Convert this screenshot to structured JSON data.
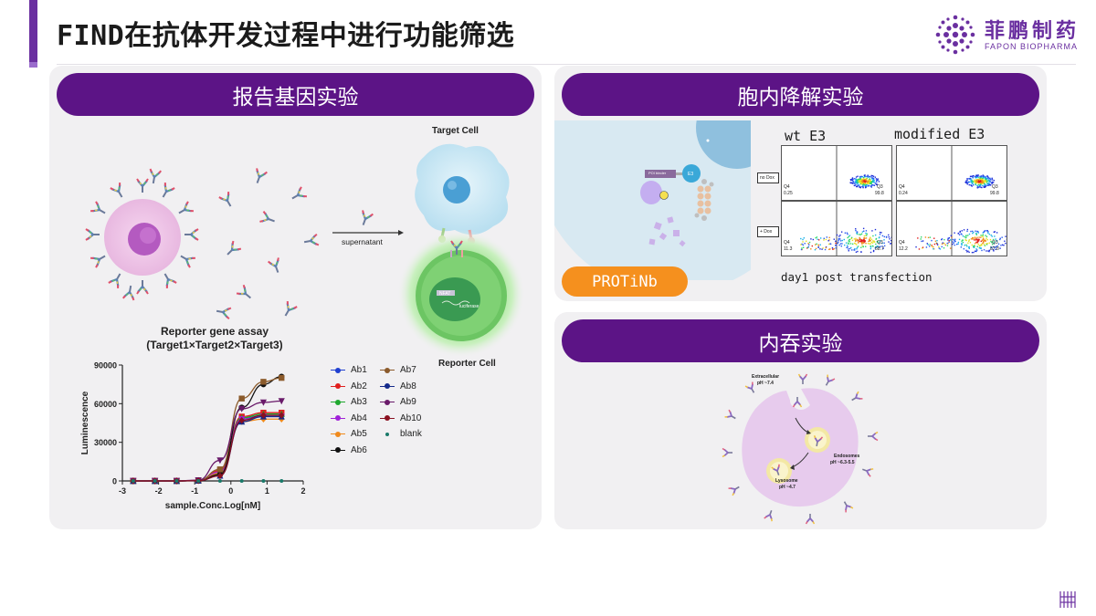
{
  "page": {
    "title": "FIND在抗体开发过程中进行功能筛选",
    "logo_cn": "菲鹏制药",
    "logo_en": "FAPON BIOPHARMA"
  },
  "reporter_panel": {
    "header": "报告基因实验",
    "target_cell_label": "Target Cell",
    "supernatant_label": "supernatant",
    "reporter_cell_label": "Reporter Cell",
    "nfat_label": "NFAT",
    "luciferase_label": "luciferase"
  },
  "degradation_panel": {
    "header": "胞内降解实验",
    "protinb_label": "PROTiNb",
    "poi_binder_label": "POI binder",
    "e3_label": "E3",
    "wt_label": "wt E3",
    "modified_label": "modified E3",
    "no_dox_label": "no Dox",
    "plus_dox_label": "+ Dox",
    "caption": "day1 post transfection",
    "quadrants": [
      {
        "q4_name": "Q4",
        "q4": "0.25",
        "q3_name": "Q3",
        "q3": "99.8"
      },
      {
        "q4_name": "Q4",
        "q4": "0.24",
        "q3_name": "Q3",
        "q3": "99.8"
      },
      {
        "q4_name": "Q4",
        "q4": "11.3",
        "q3_name": "Q3",
        "q3": "88.7"
      },
      {
        "q4_name": "Q4",
        "q4": "12.2",
        "q3_name": "Q3",
        "q3": "87.8"
      }
    ]
  },
  "endocytosis_panel": {
    "header": "内吞实验",
    "extracellular_label": "Extracellular",
    "extracellular_ph": "pH ~7.4",
    "endosomes_label": "Endosomes",
    "endosomes_ph": "pH ~6.3-5.5",
    "lysosome_label": "Lysosome",
    "lysosome_ph": "pH ~4.7"
  },
  "chart_data": {
    "type": "line",
    "title": "Reporter gene assay",
    "subtitle": "(Target1×Target2×Target3)",
    "xlabel": "sample.Conc.Log[nM]",
    "ylabel": "Luminescence",
    "xlim": [
      -3,
      2
    ],
    "ylim": [
      0,
      90000
    ],
    "x_ticks": [
      "-3",
      "-2",
      "-1",
      "0",
      "1",
      "2"
    ],
    "y_ticks": [
      "0",
      "30000",
      "60000",
      "90000"
    ],
    "x": [
      -2.7,
      -2.1,
      -1.5,
      -0.9,
      -0.3,
      0.3,
      0.9,
      1.4
    ],
    "series": [
      {
        "name": "Ab1",
        "color": "#1f3fd0",
        "marker": "circle",
        "values": [
          0,
          0,
          0,
          300,
          6000,
          48000,
          51000,
          51000
        ]
      },
      {
        "name": "Ab2",
        "color": "#e01e1e",
        "marker": "square",
        "values": [
          0,
          0,
          0,
          400,
          8000,
          50000,
          53000,
          53000
        ]
      },
      {
        "name": "Ab3",
        "color": "#1fa82e",
        "marker": "triangle-up",
        "values": [
          0,
          0,
          0,
          300,
          7000,
          49000,
          52000,
          52000
        ]
      },
      {
        "name": "Ab4",
        "color": "#a020d8",
        "marker": "triangle-down",
        "values": [
          0,
          0,
          0,
          300,
          7000,
          48000,
          50000,
          50000
        ]
      },
      {
        "name": "Ab5",
        "color": "#f08a1c",
        "marker": "diamond",
        "values": [
          0,
          0,
          0,
          200,
          6000,
          46000,
          48000,
          48000
        ]
      },
      {
        "name": "Ab6",
        "color": "#111111",
        "marker": "circle",
        "values": [
          0,
          0,
          0,
          200,
          5000,
          57000,
          75000,
          81000
        ]
      },
      {
        "name": "Ab7",
        "color": "#8b5a2b",
        "marker": "square",
        "values": [
          0,
          0,
          0,
          300,
          9000,
          64000,
          77000,
          80000
        ]
      },
      {
        "name": "Ab8",
        "color": "#142a8a",
        "marker": "triangle-up",
        "values": [
          0,
          0,
          0,
          200,
          4000,
          46000,
          50000,
          50000
        ]
      },
      {
        "name": "Ab9",
        "color": "#6a1a6a",
        "marker": "triangle-down",
        "values": [
          0,
          0,
          0,
          600,
          16000,
          56000,
          61000,
          62000
        ]
      },
      {
        "name": "Ab10",
        "color": "#8a1020",
        "marker": "diamond",
        "values": [
          0,
          0,
          0,
          200,
          4000,
          47000,
          51000,
          51000
        ]
      },
      {
        "name": "blank",
        "color": "#1a7a6a",
        "marker": "dot",
        "values": [
          0,
          0,
          0,
          0,
          0,
          0,
          0,
          0
        ]
      }
    ],
    "legend_position": "right",
    "grid": false
  }
}
